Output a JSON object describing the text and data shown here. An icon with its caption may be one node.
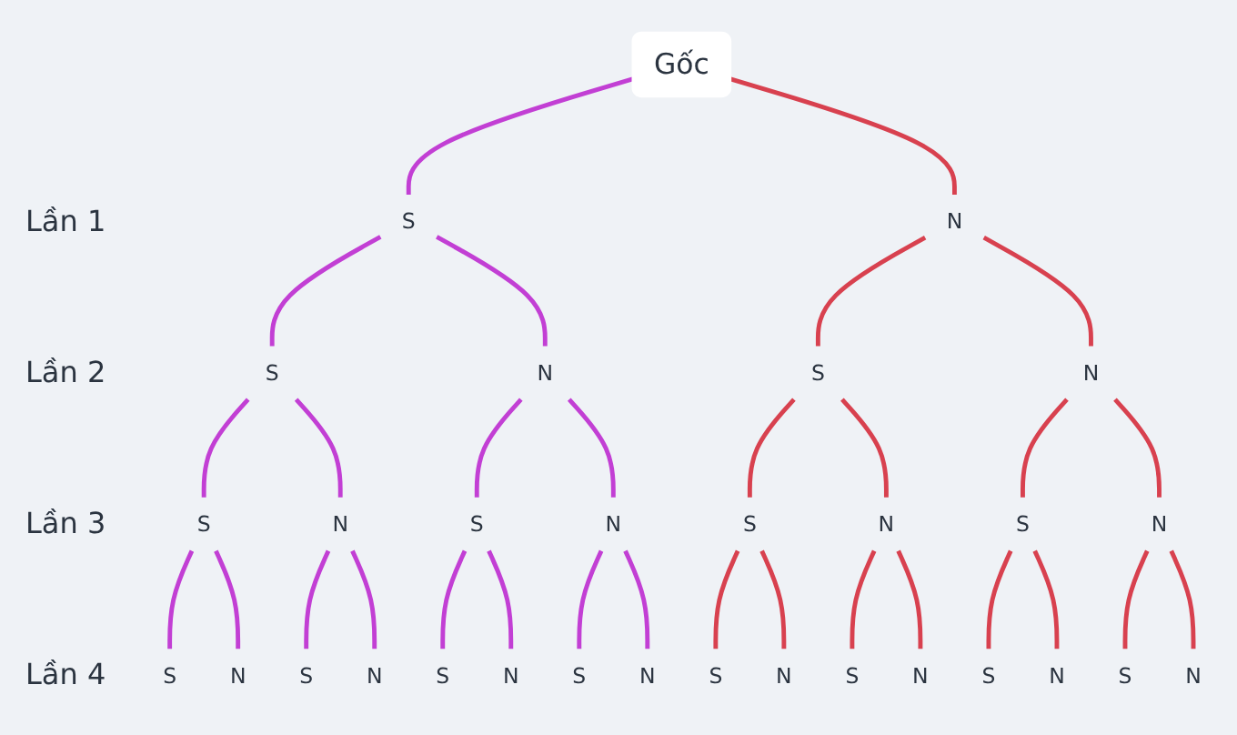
{
  "diagram": {
    "nodes": [
      {
        "text": [
          "Gốc"
        ]
      },
      {
        "text": [
          "S"
        ]
      },
      {
        "text": [
          "N"
        ]
      },
      {
        "text": [
          "S"
        ]
      },
      {
        "text": [
          "N"
        ]
      },
      {
        "text": [
          "S"
        ]
      },
      {
        "text": [
          "N"
        ]
      },
      {
        "text": [
          "S"
        ]
      },
      {
        "text": [
          "N"
        ]
      },
      {
        "text": [
          "S"
        ]
      },
      {
        "text": [
          "N"
        ]
      },
      {
        "text": [
          "S"
        ]
      },
      {
        "text": [
          "N"
        ]
      },
      {
        "text": [
          "S"
        ]
      },
      {
        "text": [
          "N"
        ]
      },
      {
        "text": [
          "S"
        ]
      },
      {
        "text": [
          "N"
        ]
      },
      {
        "text": [
          "S"
        ]
      },
      {
        "text": [
          "N"
        ]
      },
      {
        "text": [
          "S"
        ]
      },
      {
        "text": [
          "N"
        ]
      },
      {
        "text": [
          "S"
        ]
      },
      {
        "text": [
          "N"
        ]
      },
      {
        "text": [
          "S"
        ]
      },
      {
        "text": [
          "N"
        ]
      },
      {
        "text": [
          "S"
        ]
      },
      {
        "text": [
          "N"
        ]
      },
      {
        "text": [
          "S"
        ]
      },
      {
        "text": [
          "N"
        ]
      },
      {
        "text": [
          "S"
        ]
      },
      {
        "text": [
          "N"
        ]
      }
    ],
    "edges": [
      {
        "from": 0,
        "to": 1,
        "arrow": "none",
        "color": "#c23fd4"
      },
      {
        "from": 0,
        "to": 2,
        "arrow": "none",
        "color": "#d8414f"
      },
      {
        "from": 1,
        "to": 3,
        "arrow": "none",
        "color": "#c23fd4"
      },
      {
        "from": 1,
        "to": 4,
        "arrow": "none",
        "color": "#c23fd4"
      },
      {
        "from": 2,
        "to": 5,
        "arrow": "none",
        "color": "#d8414f"
      },
      {
        "from": 2,
        "to": 6,
        "arrow": "none",
        "color": "#d8414f"
      },
      {
        "from": 3,
        "to": 7,
        "arrow": "none",
        "color": "#c23fd4"
      },
      {
        "from": 3,
        "to": 8,
        "arrow": "none",
        "color": "#c23fd4"
      },
      {
        "from": 4,
        "to": 9,
        "arrow": "none",
        "color": "#c23fd4"
      },
      {
        "from": 4,
        "to": 10,
        "arrow": "none",
        "color": "#c23fd4"
      },
      {
        "from": 5,
        "to": 11,
        "arrow": "none",
        "color": "#d8414f"
      },
      {
        "from": 5,
        "to": 12,
        "arrow": "none",
        "color": "#d8414f"
      },
      {
        "from": 6,
        "to": 13,
        "arrow": "none",
        "color": "#d8414f"
      },
      {
        "from": 6,
        "to": 14,
        "arrow": "none",
        "color": "#d8414f"
      },
      {
        "from": 7,
        "to": 15,
        "arrow": "none",
        "color": "#c23fd4"
      },
      {
        "from": 7,
        "to": 16,
        "arrow": "none",
        "color": "#c23fd4"
      },
      {
        "from": 8,
        "to": 17,
        "arrow": "none",
        "color": "#c23fd4"
      },
      {
        "from": 8,
        "to": 18,
        "arrow": "none",
        "color": "#c23fd4"
      },
      {
        "from": 9,
        "to": 19,
        "arrow": "none",
        "color": "#c23fd4"
      },
      {
        "from": 9,
        "to": 20,
        "arrow": "none",
        "color": "#c23fd4"
      },
      {
        "from": 10,
        "to": 21,
        "arrow": "none",
        "color": "#c23fd4"
      },
      {
        "from": 10,
        "to": 22,
        "arrow": "none",
        "color": "#c23fd4"
      },
      {
        "from": 11,
        "to": 23,
        "arrow": "none",
        "color": "#d8414f"
      },
      {
        "from": 11,
        "to": 24,
        "arrow": "none",
        "color": "#d8414f"
      },
      {
        "from": 12,
        "to": 25,
        "arrow": "none",
        "color": "#d8414f"
      },
      {
        "from": 12,
        "to": 26,
        "arrow": "none",
        "color": "#d8414f"
      },
      {
        "from": 13,
        "to": 27,
        "arrow": "none",
        "color": "#d8414f"
      },
      {
        "from": 13,
        "to": 28,
        "arrow": "none",
        "color": "#d8414f"
      },
      {
        "from": 14,
        "to": 29,
        "arrow": "none",
        "color": "#d8414f"
      },
      {
        "from": 14,
        "to": 30,
        "arrow": "none",
        "color": "#d8414f"
      }
    ],
    "labels": [
      "Lần 1",
      "Lần 2",
      "Lần 3",
      "Lần 4"
    ]
  }
}
